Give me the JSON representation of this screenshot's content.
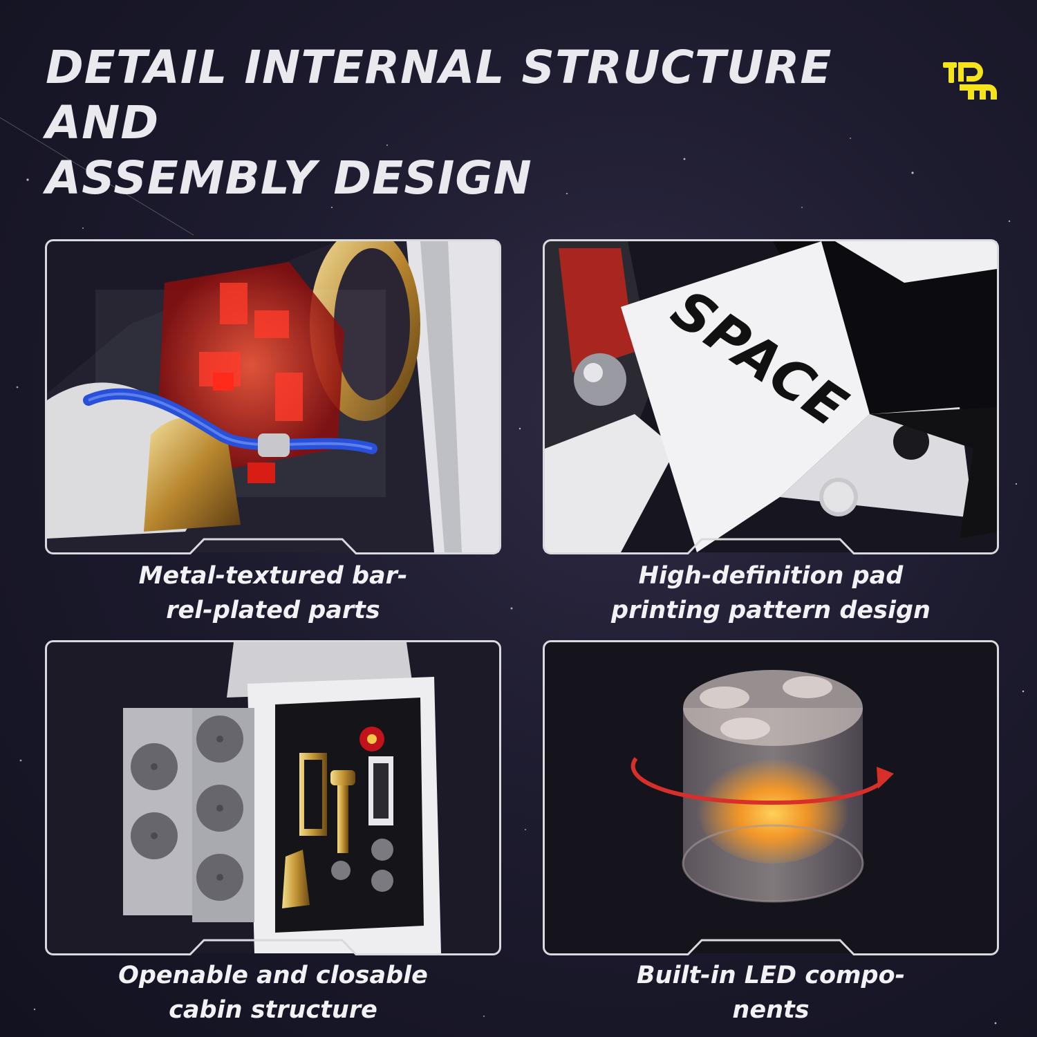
{
  "headline": {
    "line1": "DETAIL INTERNAL STRUCTURE AND",
    "line2": "ASSEMBLY DESIGN"
  },
  "brand": {
    "logo_icon": "brand-logo-icon",
    "accent_color": "#f5e31c"
  },
  "panels": [
    {
      "caption_line1": "Metal-textured bar-",
      "caption_line2": "rel-plated parts"
    },
    {
      "caption_line1": "High-definition pad",
      "caption_line2": "printing pattern design",
      "print_text": "SPACE"
    },
    {
      "caption_line1": "Openable and closable",
      "caption_line2": "cabin structure"
    },
    {
      "caption_line1": "Built-in LED compo-",
      "caption_line2": "nents"
    }
  ],
  "colors": {
    "background": "#1d1b2e",
    "frame": "#d9d9de",
    "caption": "#f2f2f5",
    "rotation_arrow": "#d7302a",
    "led_glow": "#ffb020"
  }
}
